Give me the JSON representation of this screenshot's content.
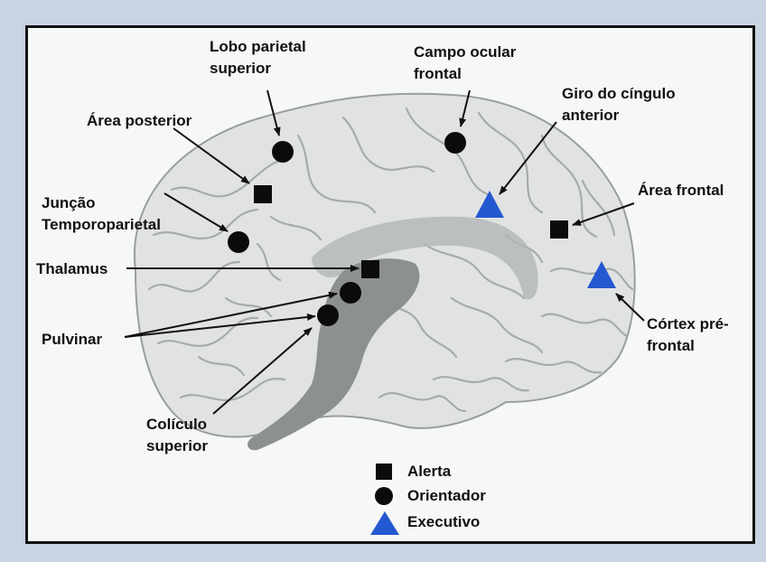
{
  "colors": {
    "background_outer": "#c9d3e1",
    "panel": "#f6f7f7",
    "brain": "#e1e3e3",
    "brain_fold": "#a7abab",
    "corpus_callosum": "#b3b5b5",
    "brainstem": "#8d9090",
    "marker": "#0b0b0b",
    "executive_marker": "#2458d0"
  },
  "labels": {
    "lobo_parietal": [
      "Lobo parietal",
      "superior"
    ],
    "campo_ocular": [
      "Campo ocular",
      "frontal"
    ],
    "giro_cingulo": [
      "Giro do cíngulo",
      "anterior"
    ],
    "area_posterior": "Área posterior",
    "juncao": [
      "Junção",
      "Temporoparietal"
    ],
    "area_frontal": "Área frontal",
    "thalamus": "Thalamus",
    "pulvinar": "Pulvinar",
    "cortex_prefrontal": [
      "Córtex pré-",
      "frontal"
    ],
    "coliculo": [
      "Colículo",
      "superior"
    ]
  },
  "legend": {
    "alerta": "Alerta",
    "orientador": "Orientador",
    "executivo": "Executivo"
  }
}
